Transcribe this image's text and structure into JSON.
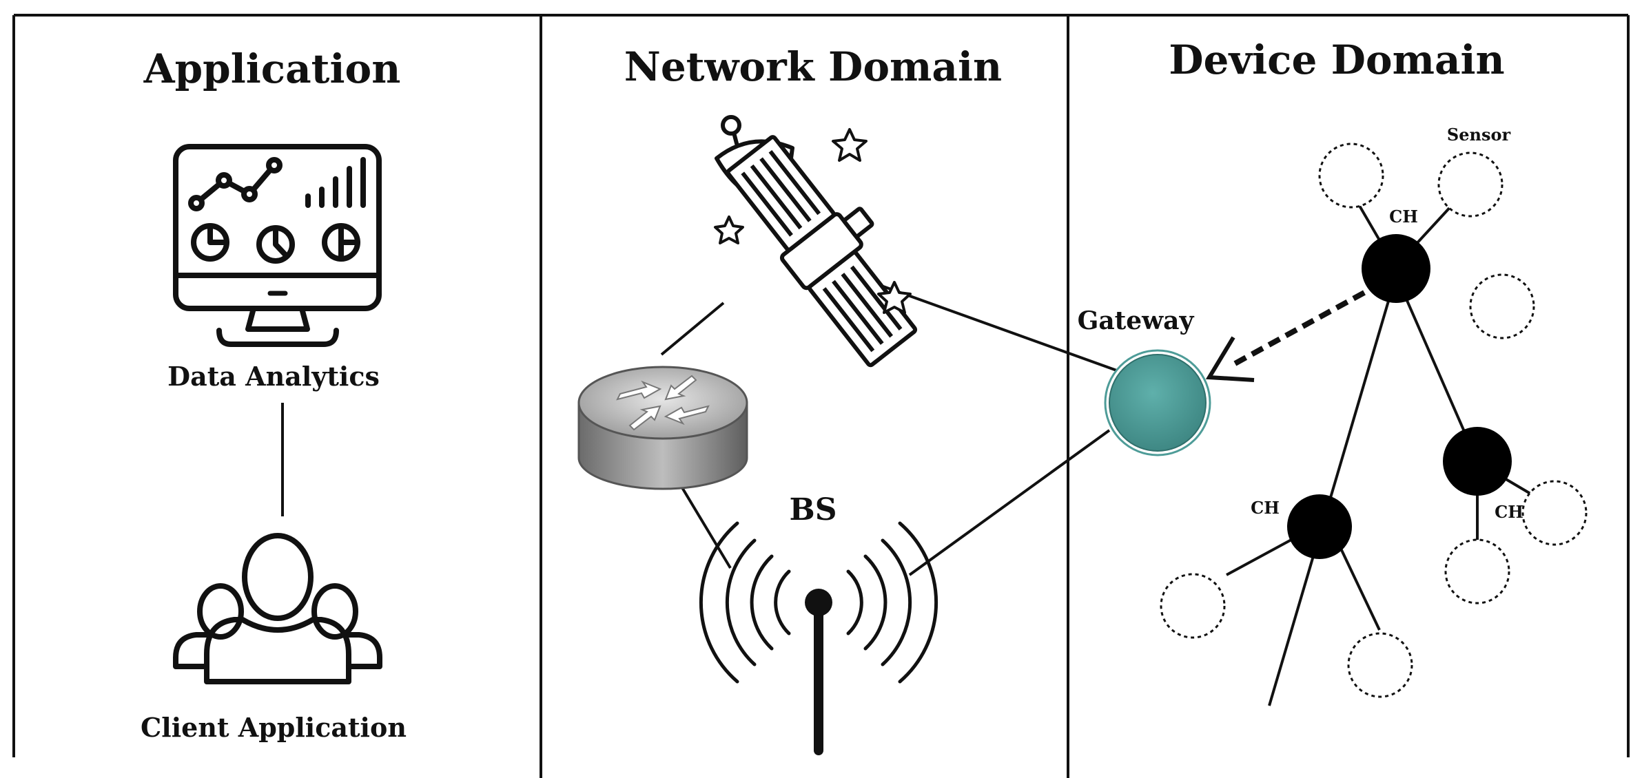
{
  "columns": [
    {
      "title": "Application"
    },
    {
      "title": "Network Domain"
    },
    {
      "title": "Device Domain"
    }
  ],
  "application": {
    "analytics_label": "Data Analytics",
    "client_label": "Client Application"
  },
  "network": {
    "base_station_label": "BS"
  },
  "device": {
    "gateway_label": "Gateway",
    "sensor_label": "Sensor",
    "cluster_head_label": "CH"
  },
  "colors": {
    "gateway_fill": "#4E9C98",
    "line": "#111111"
  },
  "icons": [
    "monitor-dashboard-icon",
    "users-icon",
    "satellite-icon",
    "router-icon",
    "antenna-icon"
  ]
}
